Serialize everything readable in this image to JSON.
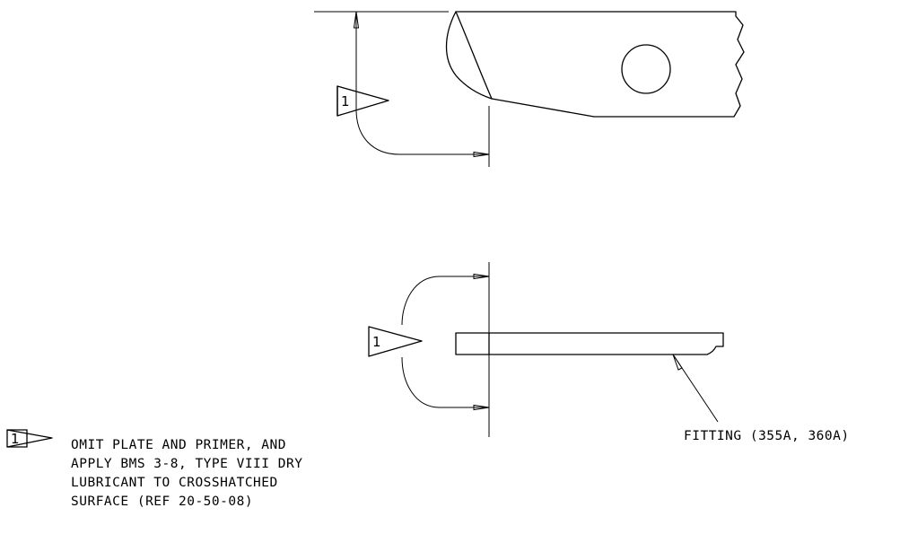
{
  "flag_note": {
    "number": "1",
    "lines": [
      "OMIT PLATE AND PRIMER, AND",
      "APPLY BMS 3-8, TYPE VIII DRY",
      "LUBRICANT TO CROSSHATCHED",
      "SURFACE (REF 20-50-08)"
    ]
  },
  "top_view": {
    "flag_number": "1"
  },
  "bottom_view": {
    "flag_number": "1"
  },
  "callout": {
    "label": "FITTING (355A, 360A)"
  }
}
